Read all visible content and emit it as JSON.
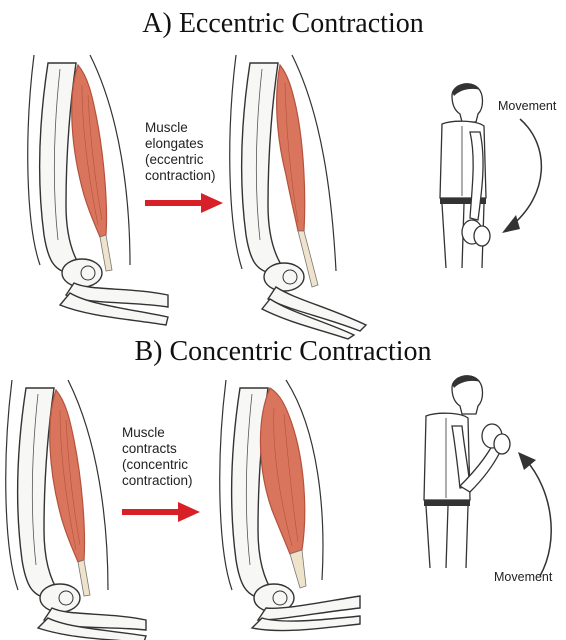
{
  "panel_a": {
    "title": "A) Eccentric Contraction",
    "caption_lines": [
      "Muscle",
      "elongates",
      "(eccentric",
      "contraction)"
    ],
    "movement_label": "Movement",
    "arrow_color": "#d72027"
  },
  "panel_b": {
    "title": "B) Concentric Contraction",
    "caption_lines": [
      "Muscle",
      "contracts",
      "(concentric",
      "contraction)"
    ],
    "movement_label": "Movement",
    "arrow_color": "#d72027"
  },
  "colors": {
    "muscle": "#d9755c",
    "muscle_dark": "#b5523d",
    "tendon": "#efe3cc",
    "bone_fill": "#f7f7f5",
    "outline": "#333333",
    "highlight_arrow": "#d72027"
  },
  "icons": [
    "elbow-arm-illustration",
    "dumbbell-figure",
    "movement-arrow-icon",
    "direction-arrow-icon"
  ]
}
